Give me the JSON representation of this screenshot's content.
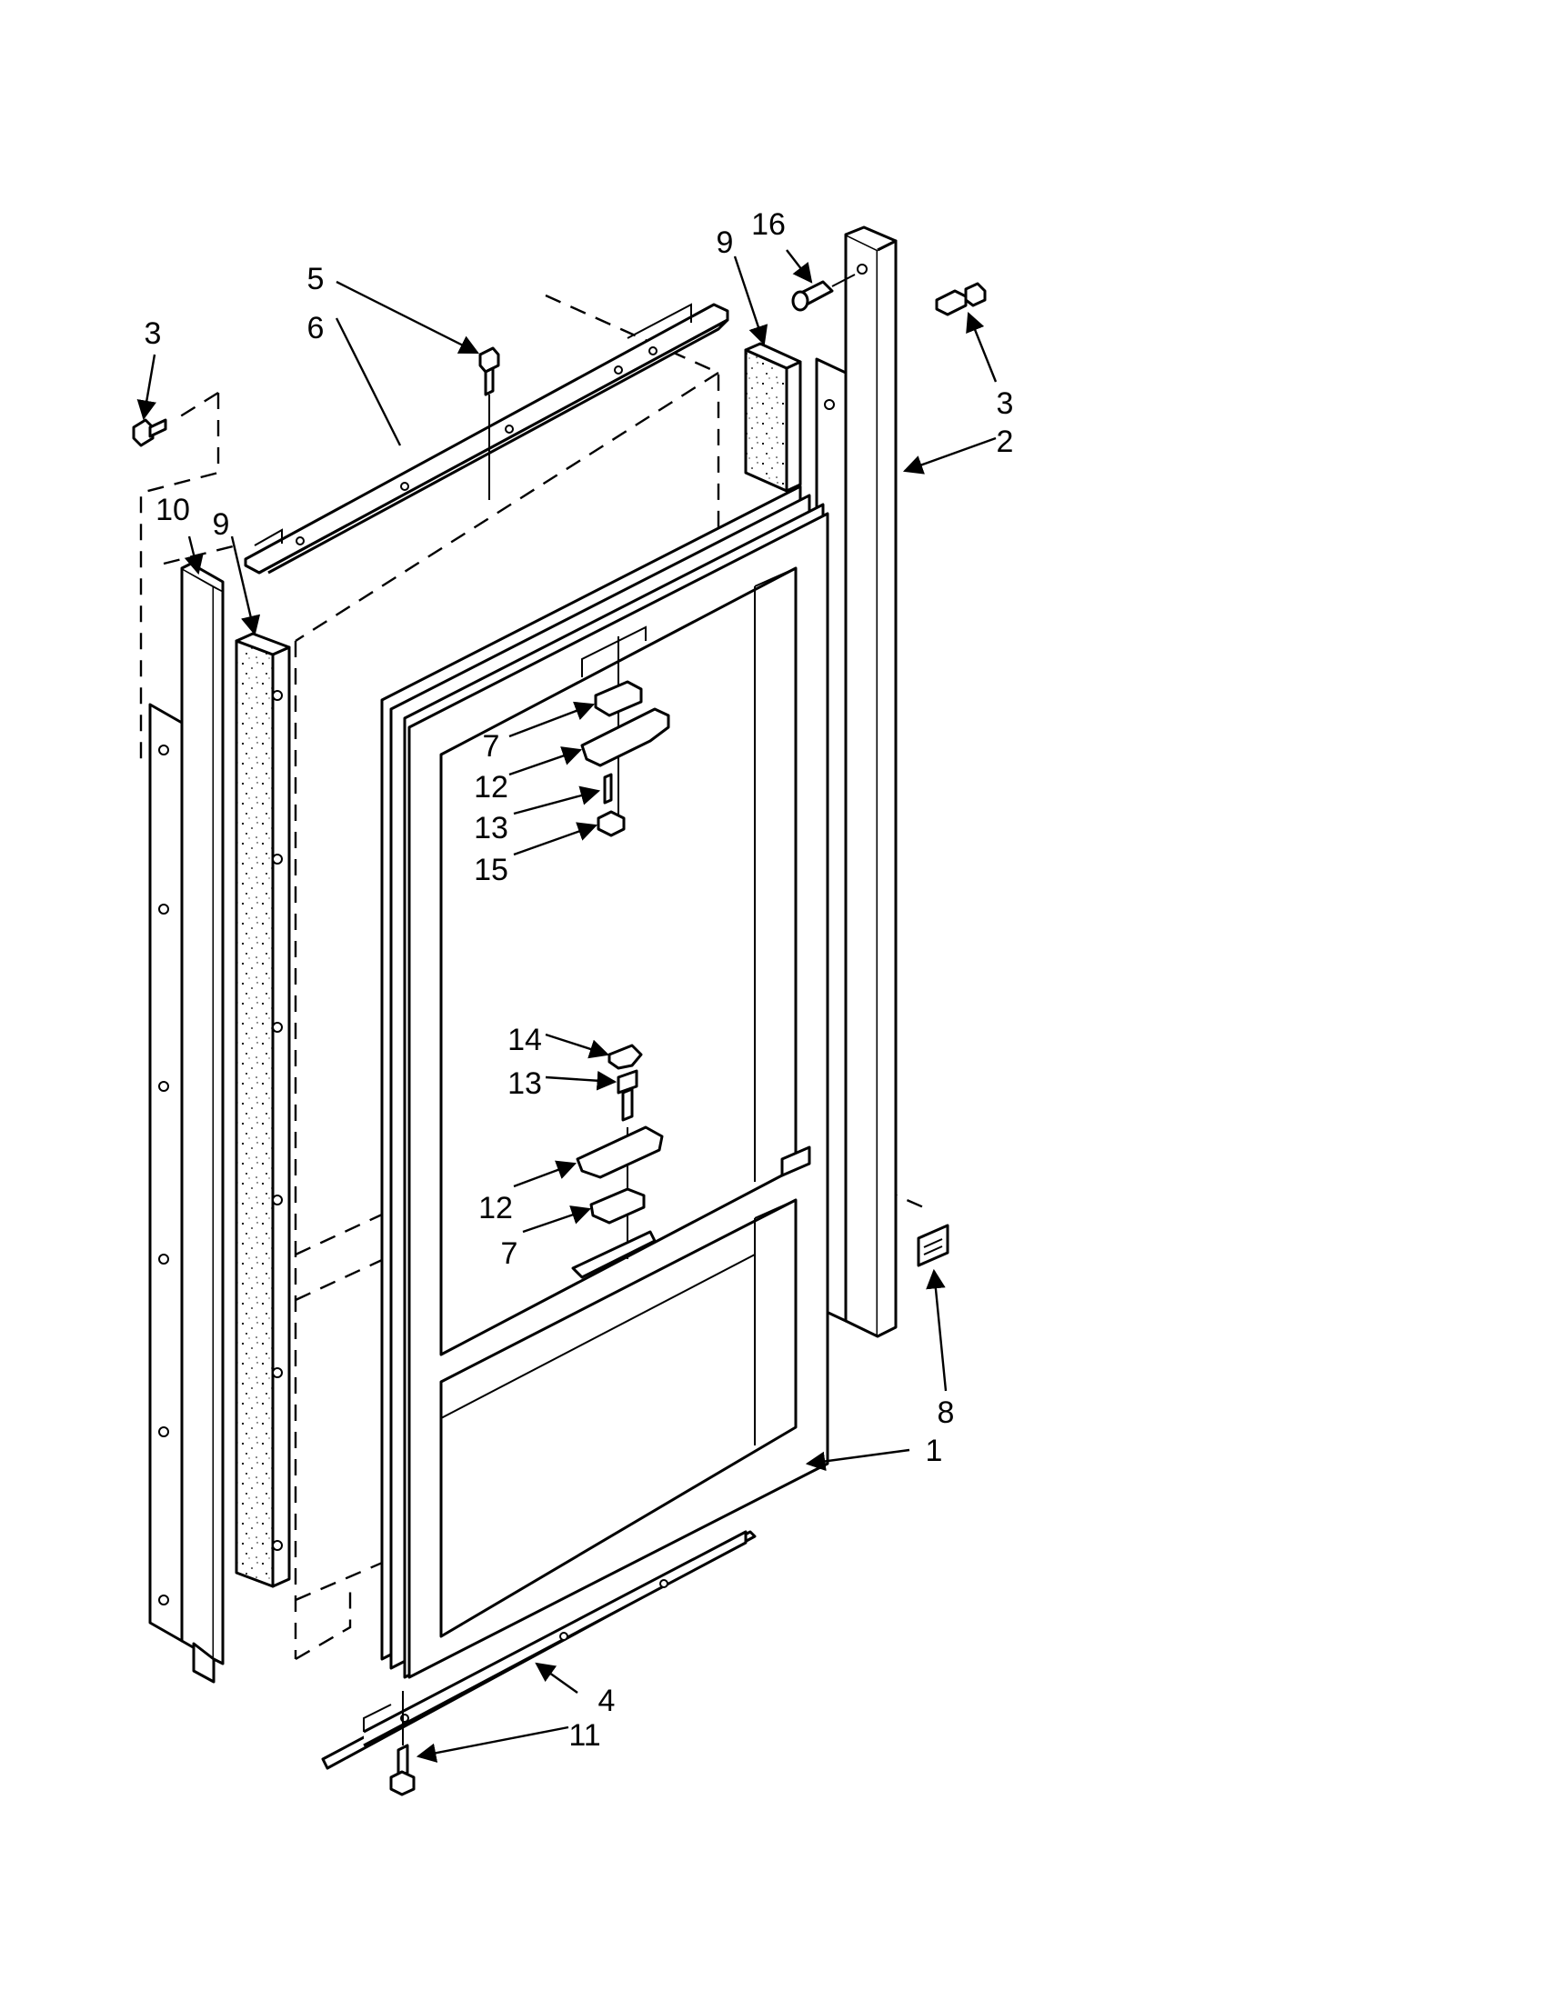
{
  "callouts": {
    "c1": "1",
    "c2": "2",
    "c3_left": "3",
    "c3_right": "3",
    "c4": "4",
    "c5": "5",
    "c6": "6",
    "c7_upper": "7",
    "c7_lower": "7",
    "c8": "8",
    "c9_left": "9",
    "c9_right": "9",
    "c10": "10",
    "c11": "11",
    "c12_upper": "12",
    "c12_lower": "12",
    "c13_upper": "13",
    "c13_lower": "13",
    "c14": "14",
    "c15": "15",
    "c16": "16"
  },
  "colors": {
    "line": "#000000",
    "background": "#ffffff"
  }
}
